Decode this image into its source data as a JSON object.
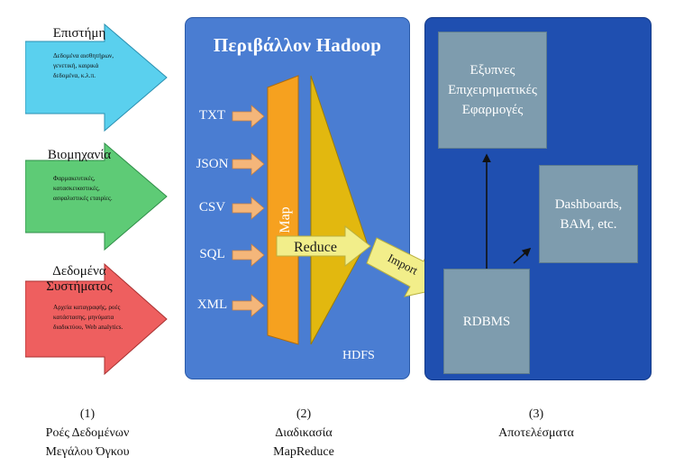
{
  "sources": [
    {
      "title": "Επιστήμη",
      "desc": [
        "Δεδομένα αισθητήρων,",
        "γενετική, καιρικά",
        "δεδομένα, κ.λ.π."
      ],
      "color": "#5ad0ee"
    },
    {
      "title": "Βιομηχανία",
      "desc": [
        "Φαρμακευτικές,",
        "κατασκευαστικές,",
        "ασφαλιστικές εταιρίες."
      ],
      "color": "#5ecb76"
    },
    {
      "title_lines": [
        "Δεδομένα",
        "Συστήματος"
      ],
      "desc": [
        "Αρχεία καταγραφής, ροές",
        "κατάστασης, μηνύματα",
        "διαδικτύου, Web analytics."
      ],
      "color": "#ee5f5f"
    }
  ],
  "hadoop": {
    "title": "Περιβάλλον Hadoop",
    "formats": [
      "TXT",
      "JSON",
      "CSV",
      "SQL",
      "XML"
    ],
    "map_label": "Map",
    "reduce_label": "Reduce",
    "import_label": "Import",
    "hdfs_label": "HDFS"
  },
  "results": {
    "smart_apps": [
      "Εξυπνες",
      "Επιχειρηματικές",
      "Εφαρμογές"
    ],
    "dashboards": [
      "Dashboards,",
      "BAM, etc."
    ],
    "rdbms": "RDBMS"
  },
  "columns": [
    {
      "num": "(1)",
      "lines": [
        "Ροές Δεδομένων",
        "Μεγάλου Όγκου"
      ]
    },
    {
      "num": "(2)",
      "lines": [
        "Διαδικασία",
        "MapReduce"
      ]
    },
    {
      "num": "(3)",
      "lines": [
        "Αποτελέσματα"
      ]
    }
  ],
  "colors": {
    "hadoop_panel": "#4a7dd2",
    "results_panel": "#1f4fb0",
    "map_orange": "#f6a11f",
    "reduce_yellow": "#f2ee8a",
    "result_box": "#7e9cae",
    "format_arrow": "#f4b67a"
  }
}
